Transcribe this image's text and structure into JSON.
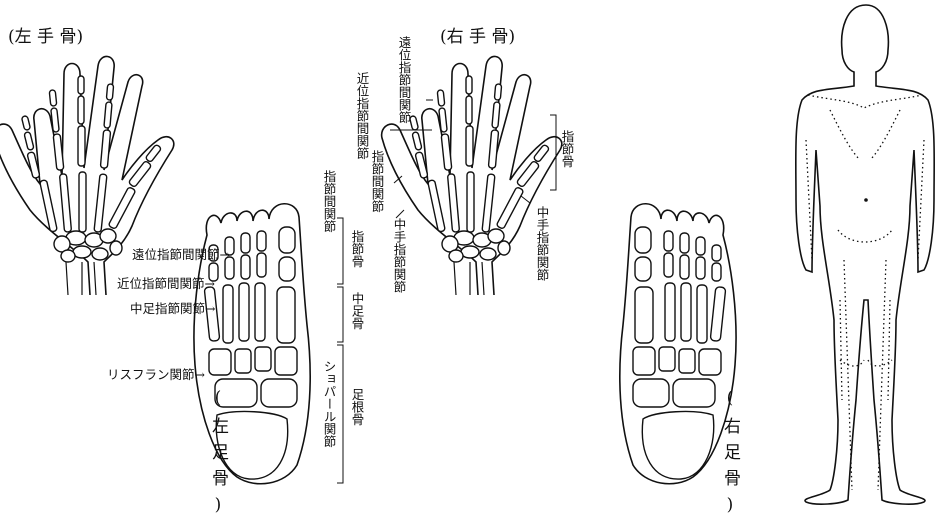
{
  "titles": {
    "left_hand": "(左 手 骨)",
    "right_hand": "(右 手 骨)",
    "left_foot": "(左足骨)",
    "right_foot": "(右足骨)"
  },
  "hand_labels": {
    "dip": "遠位指節間関節",
    "pip": "近位指節間関節",
    "ip": "指節間関節",
    "mcp": "中手指節関節",
    "phalanges": "指節骨"
  },
  "foot_labels": {
    "ip": "指節間関節",
    "dip": "遠位指節間関節→",
    "pip": "近位指節間関節→",
    "mtp": "中足指節関節→",
    "lisfranc": "リスフラン関節→",
    "chopart": "ショパール関節",
    "phalanges": "指節骨",
    "metatarsals": "中足骨",
    "tarsals": "足根骨"
  }
}
